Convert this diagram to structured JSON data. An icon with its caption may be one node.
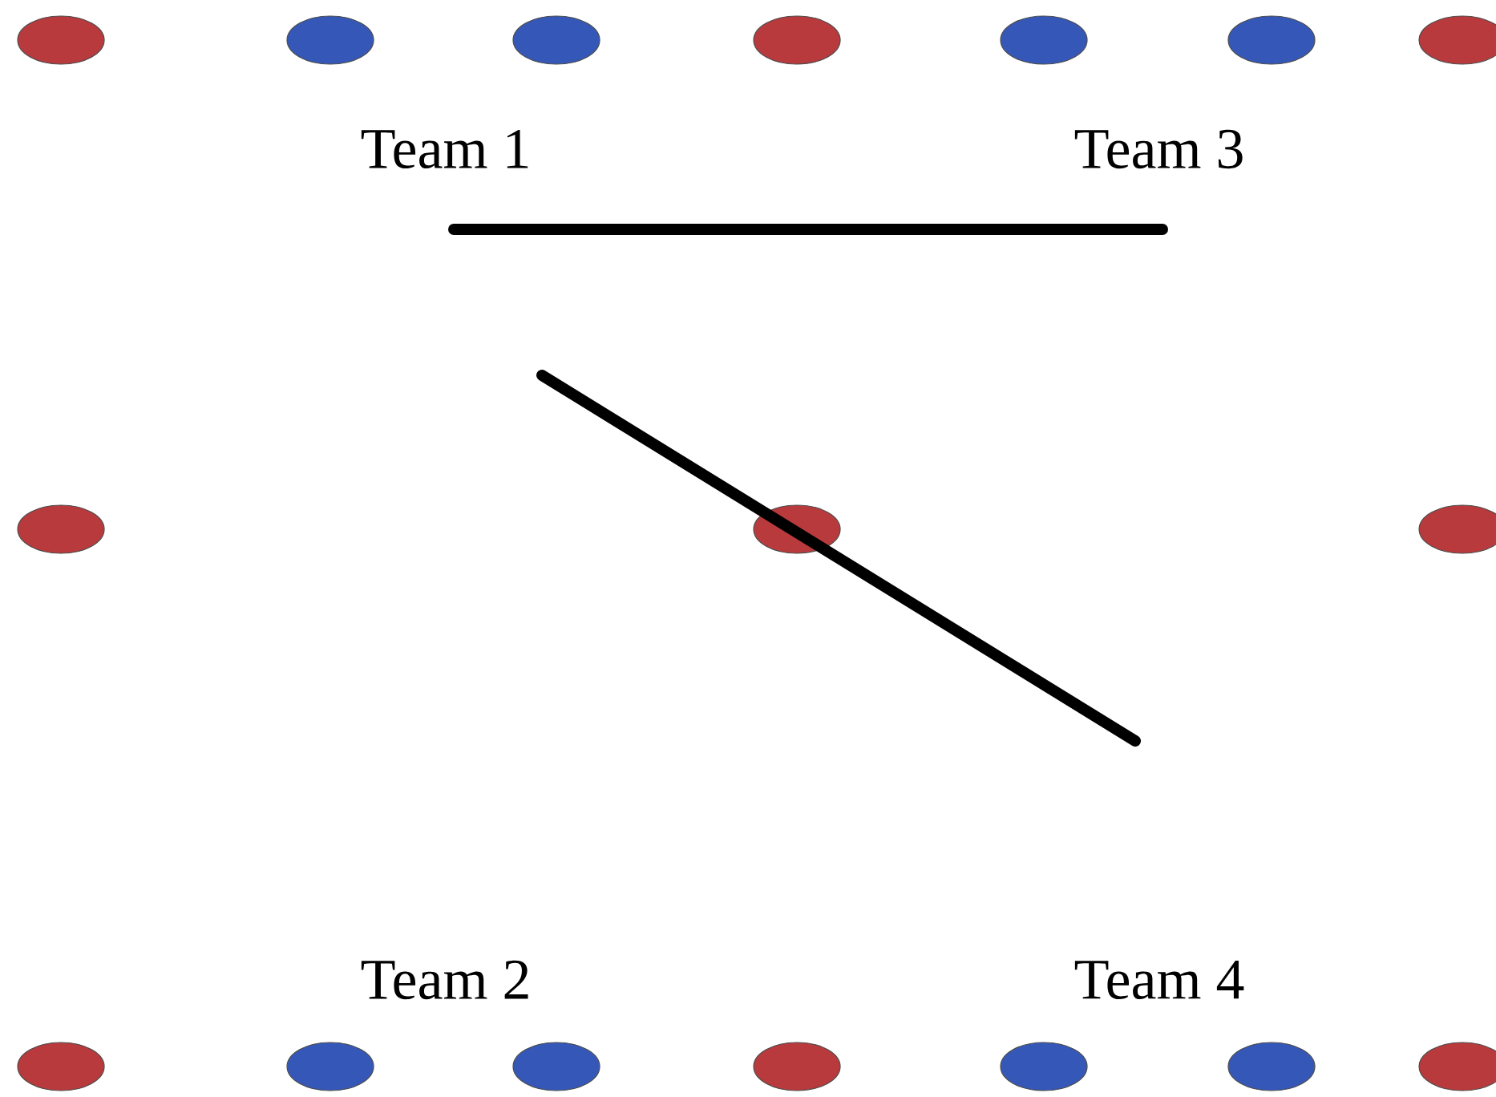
{
  "diagram": {
    "labels": [
      "Team 1",
      "Team 3",
      "Team 2",
      "Team 4"
    ]
  }
}
